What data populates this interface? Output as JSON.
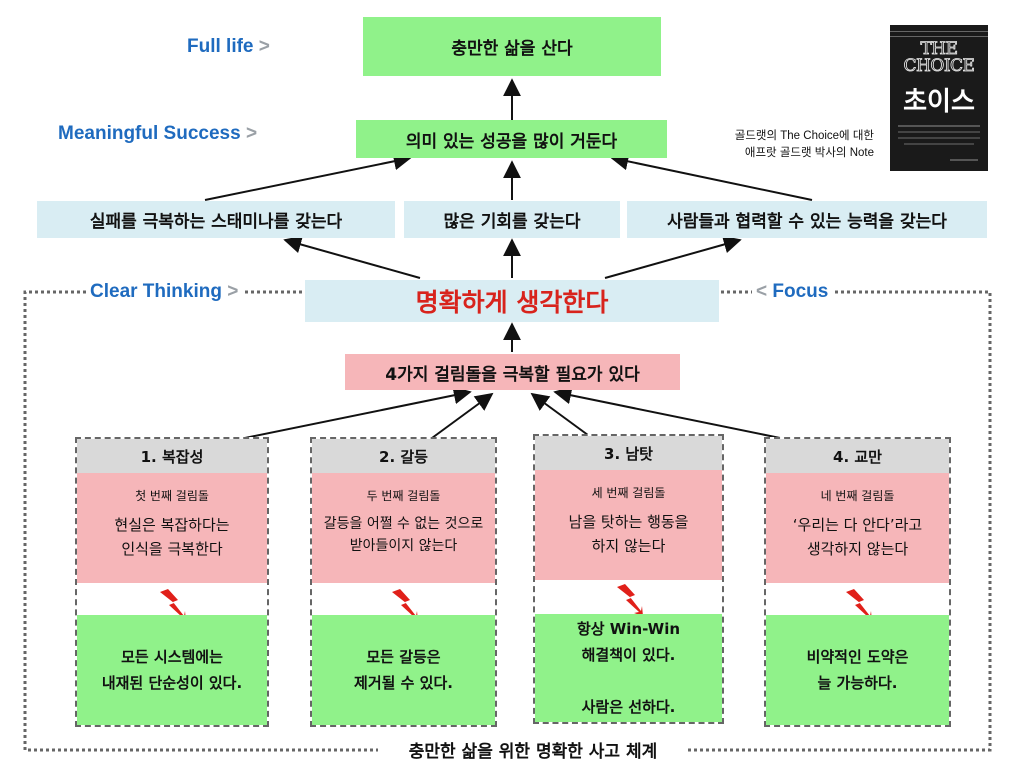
{
  "top": {
    "full_life_label": "Full life",
    "full_life_box": "충만한 삶을 산다",
    "meaningful_label": "Meaningful Success",
    "meaningful_box": "의미 있는 성공을 많이 거둔다",
    "gt": ">"
  },
  "third_row": [
    "실패를 극복하는 스태미나를 갖는다",
    "많은 기회를 갖는다",
    "사람들과 협력할 수 있는 능력을 갖는다"
  ],
  "clear_thinking_label": "Clear Thinking",
  "focus_label": "Focus",
  "lt": "<",
  "center_title": "명확하게 생각한다",
  "obstacles_box": "4가지 걸림돌을 극복할 필요가 있다",
  "cards": [
    {
      "head": "1. 복잡성",
      "sub": "첫 번째 걸림돌",
      "main": "현실은 복잡하다는\n인식을 극복한다",
      "solution": "모든 시스템에는\n내재된 단순성이 있다."
    },
    {
      "head": "2. 갈등",
      "sub": "두 번째 걸림돌",
      "main": "갈등을 어쩔 수 없는 것으로\n받아들이지 않는다",
      "solution": "모든 갈등은\n제거될 수 있다."
    },
    {
      "head": "3. 남탓",
      "sub": "세 번째 걸림돌",
      "main": "남을 탓하는 행동을\n하지 않는다",
      "solution": "항상  Win-Win\n해결책이 있다.\n\n사람은 선하다."
    },
    {
      "head": "4. 교만",
      "sub": "네 번째 걸림돌",
      "main": "‘우리는 다 안다’라고\n생각하지 않는다",
      "solution": "비약적인 도약은\n늘 가능하다."
    }
  ],
  "bottom_title": "충만한 삶을 위한 명확한 사고 체계",
  "note": "골드랫의 The Choice에 대한\n애프랏 골드랫 박사의 Note",
  "book": {
    "title_en": "THE CHOICE",
    "title_ko": "초이스"
  },
  "colors": {
    "green": "#90f28a",
    "light_blue": "#d9edf3",
    "pink": "#f6b6b9",
    "red_title": "#d8231c",
    "label_blue": "#1f6bbf",
    "bolt_red": "#e0201a"
  },
  "icons": [
    "lightning-bolt-icon"
  ]
}
